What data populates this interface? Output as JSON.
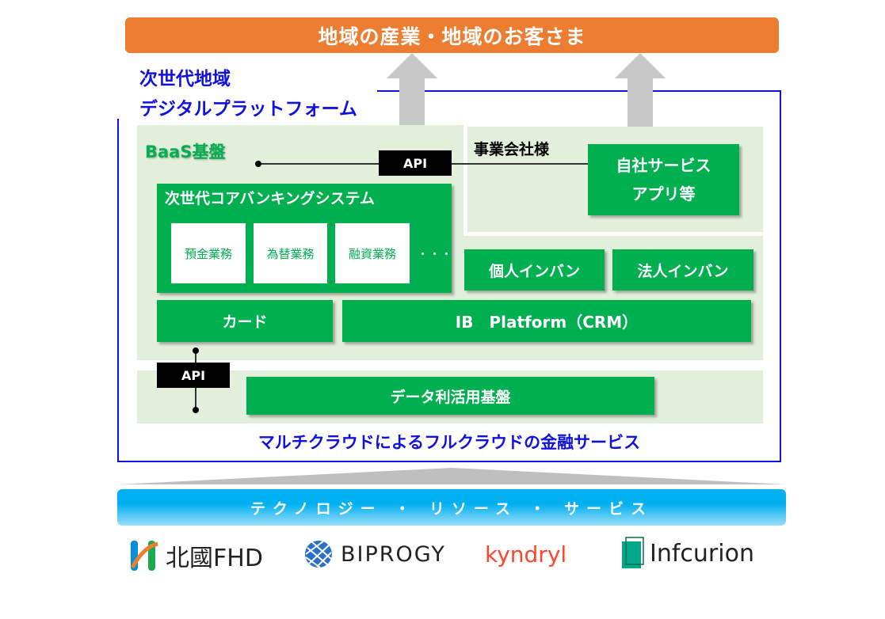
{
  "top_bar": "地域の産業・地域のお客さま",
  "platform_title": [
    "次世代地域",
    "デジタルプラットフォーム"
  ],
  "baas": {
    "label": "BaaS基盤",
    "api": "API",
    "core": {
      "title": "次世代コアバンキングシステム",
      "items": [
        "預金業務",
        "為替業務",
        "融資業務"
      ],
      "more": "・・・"
    },
    "personal_ib": "個人インバン",
    "corporate_ib": "法人インバン",
    "card": "カード",
    "ib_platform": "IB　Platform（CRM）"
  },
  "business": {
    "label": "事業会社様",
    "service": [
      "自社サービス",
      "アプリ等"
    ]
  },
  "data": {
    "api": "API",
    "label": "データ利活用基盤"
  },
  "cloud_caption": "マルチクラウドによるフルクラウドの金融サービス",
  "tech_bar": "テクノロジー ・ リソース ・ サービス",
  "logos": [
    "北國FHD",
    "BIPROGY",
    "kyndryl",
    "Infcurion"
  ],
  "colors": {
    "orange": "#ED7D31",
    "green": "#00B050",
    "light_green": "#E2EFDA",
    "blue": "#1010E0",
    "sky": "#00B0F0"
  }
}
